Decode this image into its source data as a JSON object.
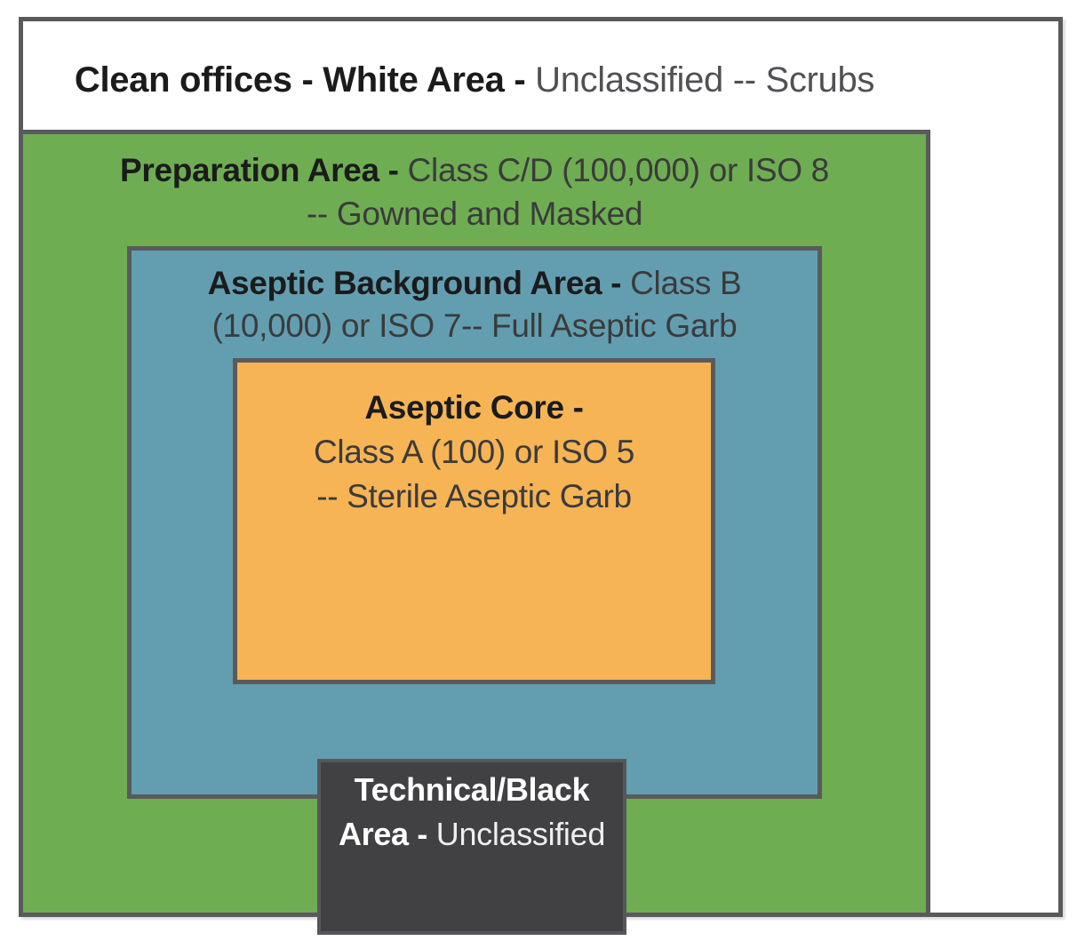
{
  "diagram_title": "Cleanroom area classification nested diagram",
  "colors": {
    "border_gray": "#595A5C",
    "preparation_green": "#6FAD52",
    "aseptic_background_blue": "#639EB0",
    "aseptic_core_orange": "#F6B455",
    "technical_black": "#414144"
  },
  "areas": {
    "white_area": {
      "label_bold": "Clean offices - White Area -",
      "label_rest": " Unclassified -- Scrubs"
    },
    "preparation": {
      "label_bold": "Preparation Area -",
      "label_rest": " Class C/D (100,000) or ISO 8",
      "line2": "-- Gowned and Masked"
    },
    "aseptic_background": {
      "label_bold": "Aseptic Background Area -",
      "label_rest": " Class B",
      "line2": "(10,000) or ISO 7-- Full Aseptic Garb"
    },
    "aseptic_core": {
      "label_bold": "Aseptic Core -",
      "line2": "Class A (100) or ISO 5",
      "line3": "-- Sterile Aseptic Garb"
    },
    "technical_black": {
      "line1_bold": "Technical/Black",
      "line2_bold": "Area -",
      "line2_rest": " Unclassified"
    }
  }
}
